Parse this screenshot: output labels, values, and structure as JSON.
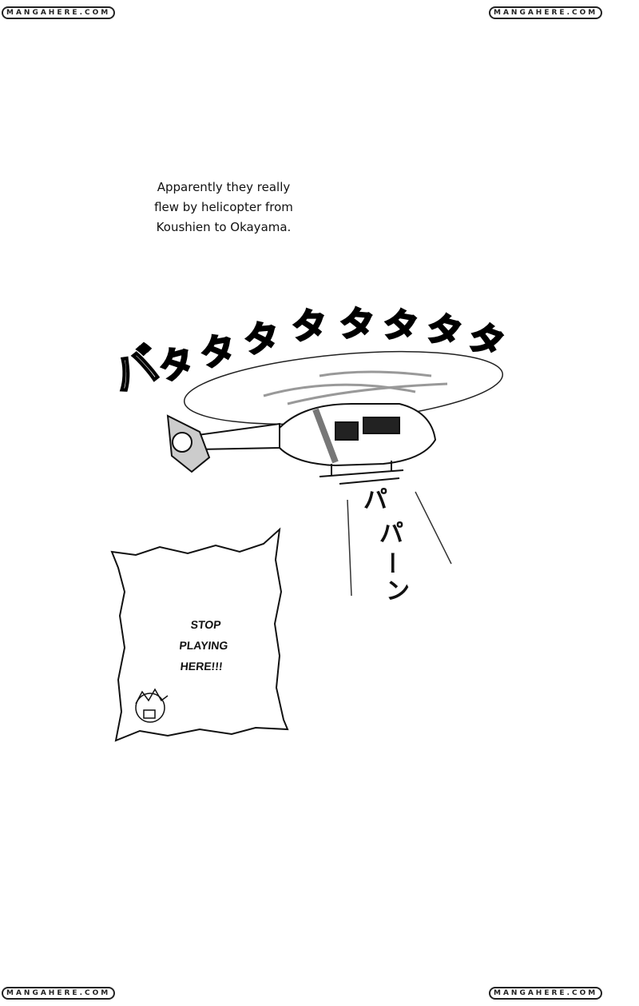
{
  "watermark": "MANGAHERE.COM",
  "caption": "Apparently they really flew by helicopter from Koushien to Okayama.",
  "caption_lines": [
    "Apparently they really",
    "flew by helicopter from",
    "Koushien to Okayama."
  ],
  "sfx_rotor": [
    "バ",
    "タ",
    "タ",
    "タ",
    "タ",
    "タ",
    "タ",
    "タ",
    "タ"
  ],
  "sfx_landing": [
    "パ",
    "パ",
    "ー",
    "ン"
  ],
  "panel_lines": [
    "STOP",
    "PLAYING",
    "HERE!!!"
  ]
}
